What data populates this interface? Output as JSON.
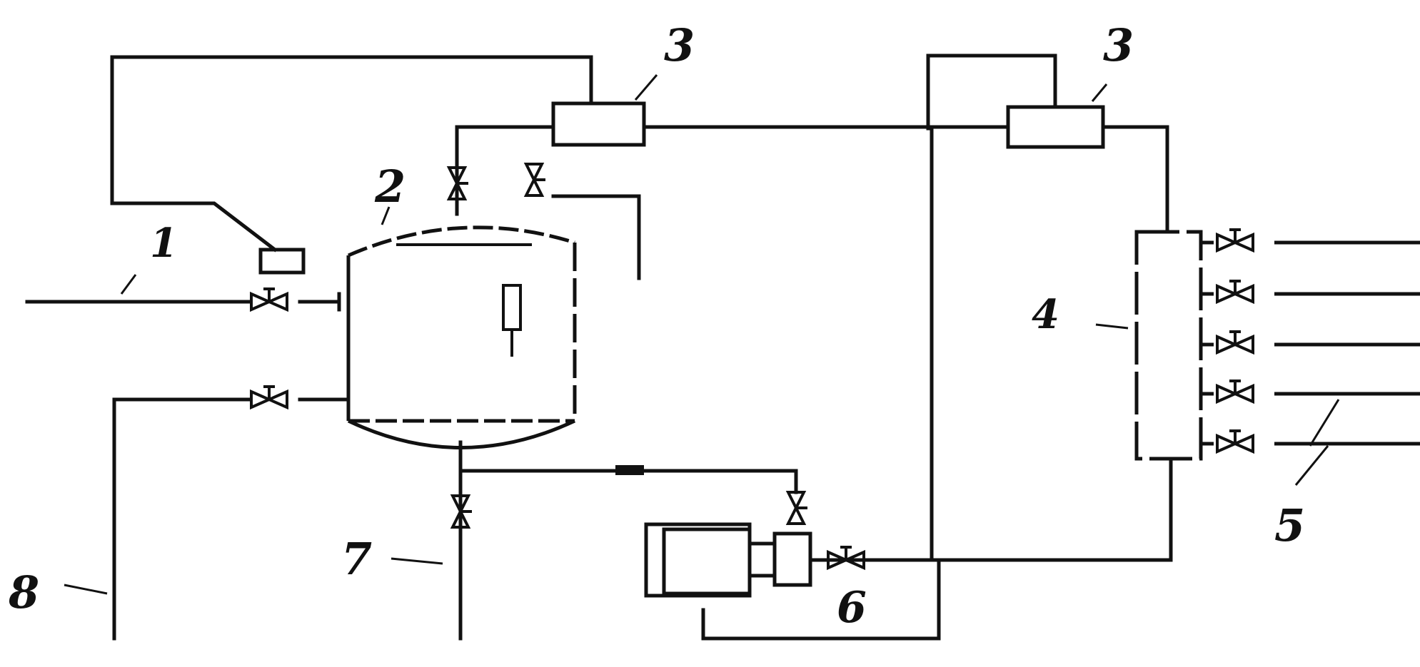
{
  "diagram": {
    "line_color": "#111111",
    "background": "#ffffff",
    "labels": {
      "l1": "1",
      "l2": "2",
      "l3a": "3",
      "l3b": "3",
      "l4": "4",
      "l5": "5",
      "l6": "6",
      "l7": "7",
      "l8": "8"
    },
    "components": {
      "inlet_pipe": "pipe",
      "tank": "tank",
      "filters": "filter",
      "distributor": "manifold",
      "outlet_valves": "valve",
      "pump": "pump",
      "drain_valve": "valve",
      "drain_pipe": "pipe"
    }
  }
}
